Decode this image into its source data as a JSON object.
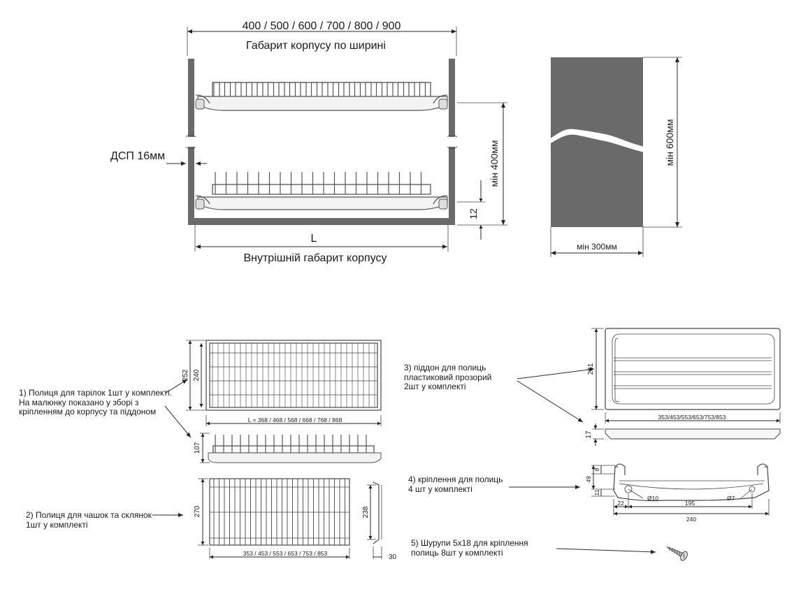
{
  "top": {
    "width_sizes": "400 / 500 / 600 / 700 / 800 / 900",
    "width_caption": "Габарит корпусу по ширині",
    "board_label": "ДСП 16мм",
    "l_label": "L",
    "inner_caption": "Внутрішній габарит корпусу",
    "min_height_label": "мін 400мм",
    "gap_label": "12",
    "cab_min_height": "мін 600мм",
    "cab_min_width": "мін 300мм"
  },
  "parts": {
    "plate_shelf": {
      "note_line1": "1) Полиця для тарілок 1шт у комплекті.",
      "note_line2": "На малюнку показано у зборі з",
      "note_line3": "кріпленням до корпусу та піддоном",
      "dim_252": "252",
      "dim_240": "240",
      "l_sizes": "L  =  368 / 468 / 568 / 668 / 768 / 868",
      "dim_107": "107"
    },
    "cup_shelf": {
      "note_line1": "2) Полиця для чашок та склянок",
      "note_line2": "1шт у комплекті",
      "dim_270": "270",
      "sizes": "353 / 453 / 553 / 653 / 753 / 853",
      "dim_238": "238",
      "dim_30": "30"
    },
    "tray": {
      "note_line1": "3) піддон для полиць",
      "note_line2": "пластиковий прозорий",
      "note_line3": "2шт у комплекті",
      "dim_251": "251",
      "sizes": "353/453/553/653/753/853",
      "dim_17": "17"
    },
    "mount": {
      "note_line1": "4) кріплення для полиць",
      "note_line2": "4 шт у комплекті",
      "dim_49": "49",
      "dim_8": "8",
      "dim_11": "11",
      "dim_22": "22",
      "dim_195": "195",
      "dim_240": "240",
      "hole_10": "Ø10",
      "hole_7": "Ø7"
    },
    "screws": {
      "note_line1": "5) Шурупи 5х18 для кріплення",
      "note_line2": "полиць 8шт у комплекті"
    }
  },
  "colors": {
    "panel": "#6a6a6a",
    "line": "#2a2a2a"
  }
}
